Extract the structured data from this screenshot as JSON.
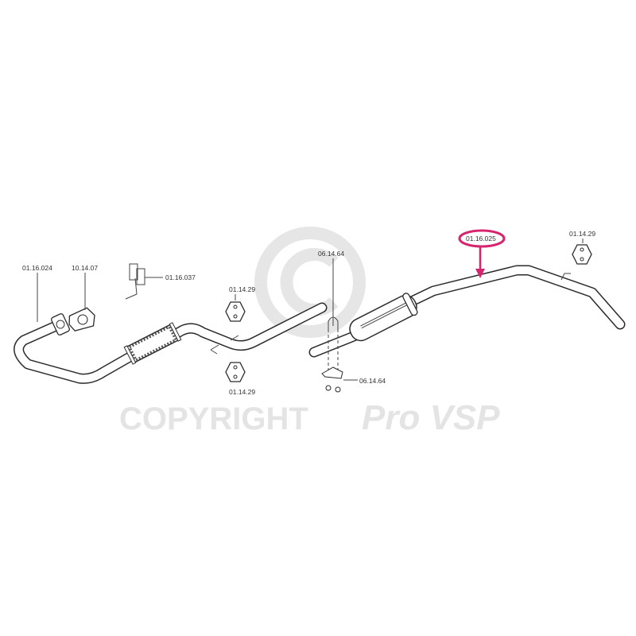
{
  "watermark": {
    "copyright_text": "COPYRIGHT",
    "brand": "Pro VSP"
  },
  "parts": {
    "front_pipe": "01.16.024",
    "gasket": "10.14.07",
    "bracket": "01.16.037",
    "hanger_top": "01.14.29",
    "hanger_bottom": "01.14.29",
    "u_clamp": "06.14.64",
    "clamp_saddle": "06.14.64",
    "rear_silencer": "01.16.025",
    "hanger_rear": "01.14.29"
  },
  "highlight": {
    "part": "01.16.025",
    "color": "#d6246e"
  }
}
